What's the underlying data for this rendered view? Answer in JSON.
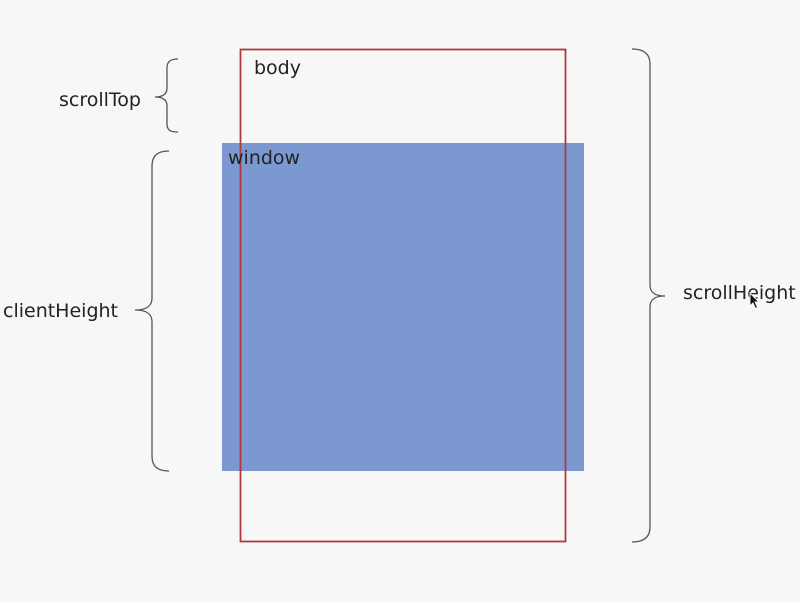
{
  "labels": {
    "body": "body",
    "window": "window",
    "scroll_top": "scrollTop",
    "client_height": "clientHeight",
    "scroll_height": "scrollHeight"
  },
  "colors": {
    "window_fill": "#7b99d0",
    "body_outline": "#b0393f",
    "brace_stroke": "#555555",
    "background": "#f7f7f7",
    "text": "#222222"
  },
  "icons": {
    "pointer": "mouse-pointer-icon"
  }
}
